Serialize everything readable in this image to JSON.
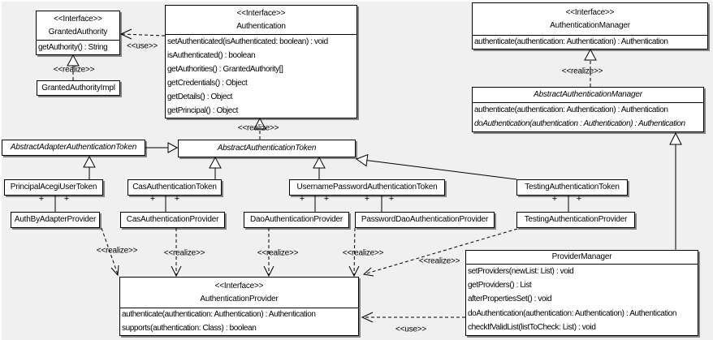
{
  "stereotypes": {
    "interface": "<<Interface>>",
    "realize": "<<realize>>",
    "use": "<<use>>"
  },
  "labels": {
    "plus": "+"
  },
  "colors": {
    "background": "#f0f0f0",
    "box_fill": "#ffffff",
    "line": "#000000"
  },
  "classes": {
    "granted_authority": {
      "name": "GrantedAuthority",
      "methods": [
        "getAuthority() : String"
      ]
    },
    "granted_authority_impl": {
      "name": "GrantedAuthorityImpl"
    },
    "authentication": {
      "name": "Authentication",
      "methods": [
        "setAuthenticated(isAuthenticated: boolean) : void",
        "isAuthenticated() : boolean",
        "getAuthorities() : GrantedAuthority[]",
        "getCredentials() : Object",
        "getDetails() : Object",
        "getPrincipal() : Object"
      ]
    },
    "authentication_manager": {
      "name": "AuthenticationManager",
      "methods": [
        "authenticate(authentication: Authentication) : Authentication"
      ]
    },
    "abstract_authentication_manager": {
      "name": "AbstractAuthenticationManager",
      "methods": [
        "authenticate(authentication: Authentication) : Authentication",
        "doAuthentication(authentication : Authentication) : Authentication"
      ]
    },
    "abstract_adapter_authentication_token": {
      "name": "AbstractAdapterAuthenticationToken"
    },
    "abstract_authentication_token": {
      "name": "AbstractAuthenticationToken"
    },
    "principal_acegi_user_token": {
      "name": "PrincipalAcegiUserToken"
    },
    "cas_authentication_token": {
      "name": "CasAuthenticationToken"
    },
    "username_password_authentication_token": {
      "name": "UsernamePasswordAuthenticationToken"
    },
    "testing_authentication_token": {
      "name": "TestingAuthenticationToken"
    },
    "auth_by_adapter_provider": {
      "name": "AuthByAdapterProvider"
    },
    "cas_authentication_provider": {
      "name": "CasAuthenticationProvider"
    },
    "dao_authentication_provider": {
      "name": "DaoAuthenticationProvider"
    },
    "password_dao_authentication_provider": {
      "name": "PasswordDaoAuthenticationProvider"
    },
    "testing_authentication_provider": {
      "name": "TestingAuthenticationProvider"
    },
    "provider_manager": {
      "name": "ProviderManager",
      "methods": [
        "setProviders(newList: List) : void",
        "getProviders() : List",
        "afterPropertiesSet() : void",
        "doAuthentication(authentication: Authentication) : Authentication",
        "checkIfValidList(listToCheck: List) : void"
      ]
    },
    "authentication_provider": {
      "name": "AuthenticationProvider",
      "methods": [
        "authenticate(authentication: Authentication) : Authentication",
        "supports(authentication: Class) : boolean"
      ]
    }
  }
}
